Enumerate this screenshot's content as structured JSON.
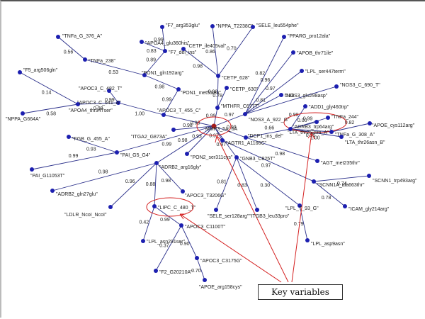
{
  "hub": "MMP3_5A_6A",
  "nodes": {
    "tnfa_376": "\"TNFa_G_376_A\"",
    "tnfa_238": "\"TNFa_238\"",
    "apoa4_360": "\"APOA4_glu360his\"",
    "f7_353": "\"F7_arg353glu\"",
    "f7_del": "\"F7_del_ins\"",
    "nppa_2238": "\"NPPA_T2238C\"",
    "cetp_405": "\"CETP_ile405val\"",
    "sele_554": "\"SELE_leu554phe\"",
    "pparg_12": "\"PPARG_pro12ala\"",
    "apob_71": "\"APOB_thr71ile\"",
    "pon1_192": "\"PON1_gln192arg\"",
    "cetp_628": "\"CETP_628\"",
    "lpl_447": "\"LPL_ser447term\"",
    "f5_506": "\"F5_arg506gln\"",
    "apoc3_482": "\"APOC3_C_482_T\"",
    "pon1_55": "\"PON1_met55leu\"",
    "cetp_630": "\"CETP_630\"",
    "nos3_298": "\"NOS3_glu298asp\"",
    "nos3_690": "\"NOS3_C_690_T\"",
    "apoa4_347": "\"APOA4_thr347ser\"",
    "apoc3_641": "\"APOC3_C_641_A\"",
    "mthfr_677": "\"MTHFR_C677T\"",
    "add1_460": "\"ADD1_gly460trp\"",
    "nppa_664": "\"NPPA_G664A\"",
    "apoc3_455": "\"APOC3_T_455_C\"",
    "nos3_922": "\"NOS3_A_922_G\"",
    "tnfa_244": "\"TNFa_244\"",
    "adrb3_64": "\"ADRB3_trp64arg\"",
    "apoe_112": "\"APOE_cys112arg\"",
    "itga2_873": "\"ITGA2_G873A\"",
    "lta_252": "\"LTA_thr252sm_A\"",
    "tnfa_308": "\"TNFa_G_308_A\"",
    "dcp1": "\"DCP1_ins_del\"",
    "fgb_455": "\"FGB_G_455_A\"",
    "agtr1_1166": "\"AGTR1_A1166C\"",
    "lta_26": "\"LTA_thr26asn_B\"",
    "pai_4g5g": "\"PAI_G5_G4\"",
    "agt_235": "\"AGT_met235thr\"",
    "pai_11053": "\"PAI_G11053T\"",
    "adrb2_16": "\"ADRB2_arg16gly\"",
    "pon2_311": "\"PON2_ser311cys\"",
    "gnb3_825": "\"GNB3_C825T\"",
    "adrb2_27": "\"ADRB2_gln27glu\"",
    "scnn1_493": "\"SCNN1_trp493arg\"",
    "scnn1a": "\"SCNN1A_ala663thr\"",
    "apoc3_3206": "\"APOC3_T3206G\"",
    "icam_214": "\"ICAM_gly214arg\"",
    "ldlr": "\"LDLR_NcoI_NcoI\"",
    "lipc_480": "\"LIPC_C_480_T\"",
    "sele_128": "\"SELE_ser128arg\"",
    "itgb3_33": "\"ITGB3_leu33pro\"",
    "lpl_t93g": "\"LPL_T_93_G\"",
    "lpl_291": "\"LPL_asn291ser\"",
    "apoc3_1100": "\"APOC3_C1100T\"",
    "lpl_9": "\"LPL_asp9asn\"",
    "f2_20210": "\"F2_G20210A\"",
    "apoc3_3175": "\"APOC3_C3175G\"",
    "apoe_158": "\"APOE_arg158cys\""
  },
  "edges": [
    {
      "a": "tnfa_376",
      "b": "tnfa_238",
      "w": "0.56"
    },
    {
      "a": "tnfa_238",
      "b": "pon1_192",
      "w": "0.53"
    },
    {
      "a": "apoa4_360",
      "b": "f7_del",
      "w": "0.83"
    },
    {
      "a": "f7_353",
      "b": "f7_del",
      "w": "0.99"
    },
    {
      "a": "f7_del",
      "b": "pon1_192",
      "w": "0.89"
    },
    {
      "a": "nppa_2238",
      "b": "cetp_628",
      "w": "0.86"
    },
    {
      "a": "cetp_405",
      "b": "cetp_628",
      "w": "0.98"
    },
    {
      "a": "sele_554",
      "b": "cetp_628",
      "w": "0.70"
    },
    {
      "a": "pon1_192",
      "b": "pon1_55",
      "w": "0.98"
    },
    {
      "a": "cetp_628",
      "b": "mthfr_677",
      "w": "0.98"
    },
    {
      "a": "f5_506",
      "b": "apoa4_347",
      "w": "0.14"
    },
    {
      "a": "apoc3_482",
      "b": "apoc3_641",
      "w": "0.99"
    },
    {
      "a": "apoa4_347",
      "b": "apoc3_641",
      "w": "0.98"
    },
    {
      "a": "nppa_664",
      "b": "apoa4_347",
      "w": "0.58"
    },
    {
      "a": "apoc3_641",
      "b": "apoc3_455",
      "w": "1.00"
    },
    {
      "a": "pon1_55",
      "b": "apoc3_455",
      "w": "0.99"
    },
    {
      "a": "cetp_630",
      "b": "mthfr_677",
      "w": "0.78"
    },
    {
      "a": "apoc3_455",
      "b": "hub",
      "w": "0.98"
    },
    {
      "a": "mthfr_677",
      "b": "hub",
      "w": "0.99"
    },
    {
      "a": "pparg_12",
      "b": "nos3_922",
      "w": "0.82"
    },
    {
      "a": "apob_71",
      "b": "nos3_922",
      "w": "0.96"
    },
    {
      "a": "lpl_447",
      "b": "nos3_922",
      "w": "0.97"
    },
    {
      "a": "nos3_298",
      "b": "nos3_922",
      "w": "0.81"
    },
    {
      "a": "nos3_690",
      "b": "nos3_922",
      "w": "0.88"
    },
    {
      "a": "nos3_922",
      "b": "hub",
      "w": "0.97"
    },
    {
      "a": "add1_460",
      "b": "lta_252",
      "w": "0.90"
    },
    {
      "a": "tnfa_244",
      "b": "lta_252",
      "w": "0.99"
    },
    {
      "a": "adrb3_64",
      "b": "lta_252",
      "w": "0.00"
    },
    {
      "a": "apoe_112",
      "b": "tnfa_308",
      "w": "0.82"
    },
    {
      "a": "lta_252",
      "b": "tnfa_308",
      "w": "0.96"
    },
    {
      "a": "lta_252",
      "b": "lta_26",
      "w": "1.00"
    },
    {
      "a": "lta_252",
      "b": "dcp1",
      "w": "0.66"
    },
    {
      "a": "dcp1",
      "b": "agt_235",
      "w": "0.98"
    },
    {
      "a": "dcp1",
      "b": "hub",
      "w": "0.99"
    },
    {
      "a": "hub",
      "b": "itga2_873",
      "w": "0.98"
    },
    {
      "a": "hub",
      "b": "agtr1_1166",
      "w": "0.97"
    },
    {
      "a": "agtr1_1166",
      "b": "scnn1a",
      "w": "0.97"
    },
    {
      "a": "scnn1a",
      "b": "scnn1_493",
      "w": "0.74"
    },
    {
      "a": "scnn1a",
      "b": "icam_214",
      "w": "0.78"
    },
    {
      "a": "fgb_455",
      "b": "pai_4g5g",
      "w": "0.93"
    },
    {
      "a": "pai_4g5g",
      "b": "pai_11053",
      "w": "0.99"
    },
    {
      "a": "pai_4g5g",
      "b": "hub",
      "w": "0.99"
    },
    {
      "a": "hub",
      "b": "pon2_311",
      "w": "0.93"
    },
    {
      "a": "hub",
      "b": "adrb2_16",
      "w": "0.98"
    },
    {
      "a": "hub",
      "b": "gnb3_825",
      "w": "0.97"
    },
    {
      "a": "adrb2_16",
      "b": "adrb2_27",
      "w": "0.98"
    },
    {
      "a": "adrb2_16",
      "b": "ldlr",
      "w": "0.96"
    },
    {
      "a": "adrb2_16",
      "b": "lipc_480",
      "w": "0.88"
    },
    {
      "a": "adrb2_16",
      "b": "apoc3_3206",
      "w": "0.98"
    },
    {
      "a": "gnb3_825",
      "b": "sele_128",
      "w": "0.81"
    },
    {
      "a": "gnb3_825",
      "b": "itgb3_33",
      "w": "0.83"
    },
    {
      "a": "gnb3_825",
      "b": "lpl_t93g",
      "w": "0.30"
    },
    {
      "a": "lpl_t93g",
      "b": "lpl_9",
      "w": "0.79"
    },
    {
      "a": "lipc_480",
      "b": "lpl_291",
      "w": "0.42"
    },
    {
      "a": "lipc_480",
      "b": "apoc3_1100",
      "w": "0.99"
    },
    {
      "a": "apoc3_1100",
      "b": "f2_20210",
      "w": "0.37"
    },
    {
      "a": "apoc3_1100",
      "b": "apoc3_3175",
      "w": "0.90"
    },
    {
      "a": "apoc3_3175",
      "b": "apoe_158",
      "w": "0.70"
    }
  ],
  "key_label": "Key variables"
}
